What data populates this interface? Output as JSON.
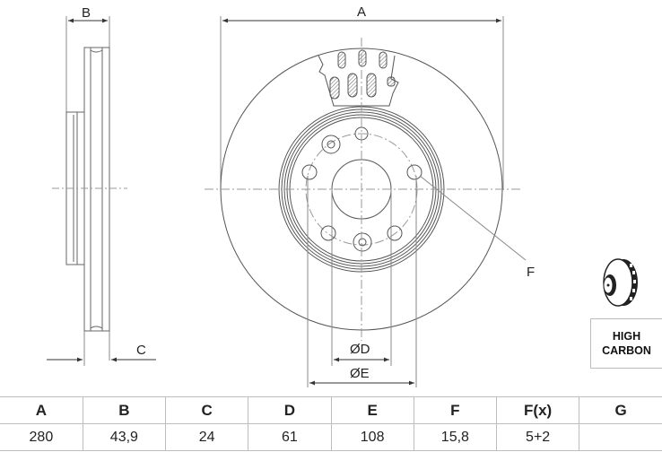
{
  "diagram": {
    "title": "Brake disc technical drawing",
    "side_view_labels": {
      "B": "B",
      "C": "C"
    },
    "front_view_labels": {
      "A": "A",
      "D": "ØD",
      "E": "ØE",
      "F": "F"
    },
    "line_color": "#555555"
  },
  "badge": {
    "icon": "brake-disc-icon",
    "line1": "HIGH",
    "line2": "CARBON"
  },
  "spec_table": {
    "headers": [
      "A",
      "B",
      "C",
      "D",
      "E",
      "F",
      "F(x)",
      "G"
    ],
    "values": [
      "280",
      "43,9",
      "24",
      "61",
      "108",
      "15,8",
      "5+2",
      ""
    ]
  }
}
